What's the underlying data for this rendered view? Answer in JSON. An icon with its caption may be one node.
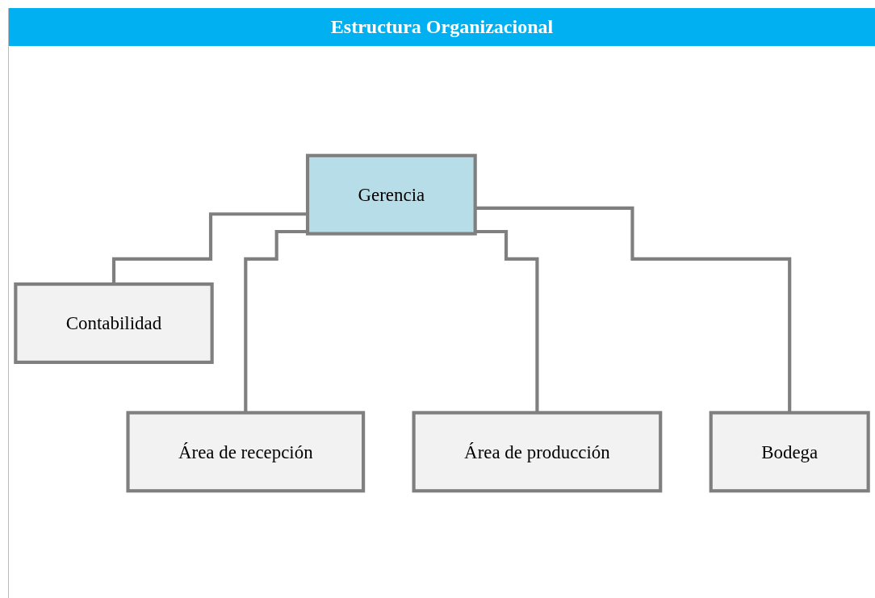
{
  "diagram": {
    "title": "Estructura Organizacional",
    "nodes": [
      {
        "text": [
          "Gerencia"
        ]
      },
      {
        "text": [
          "Contabilidad"
        ]
      },
      {
        "text": [
          "Área de recepción"
        ]
      },
      {
        "text": [
          "Área de producción"
        ]
      },
      {
        "text": [
          "Bodega"
        ]
      }
    ],
    "edges": [
      {
        "from": 0,
        "to": 1,
        "arrow": "none"
      },
      {
        "from": 0,
        "to": 2,
        "arrow": "none"
      },
      {
        "from": 0,
        "to": 3,
        "arrow": "none"
      },
      {
        "from": 0,
        "to": 4,
        "arrow": "none"
      }
    ]
  }
}
